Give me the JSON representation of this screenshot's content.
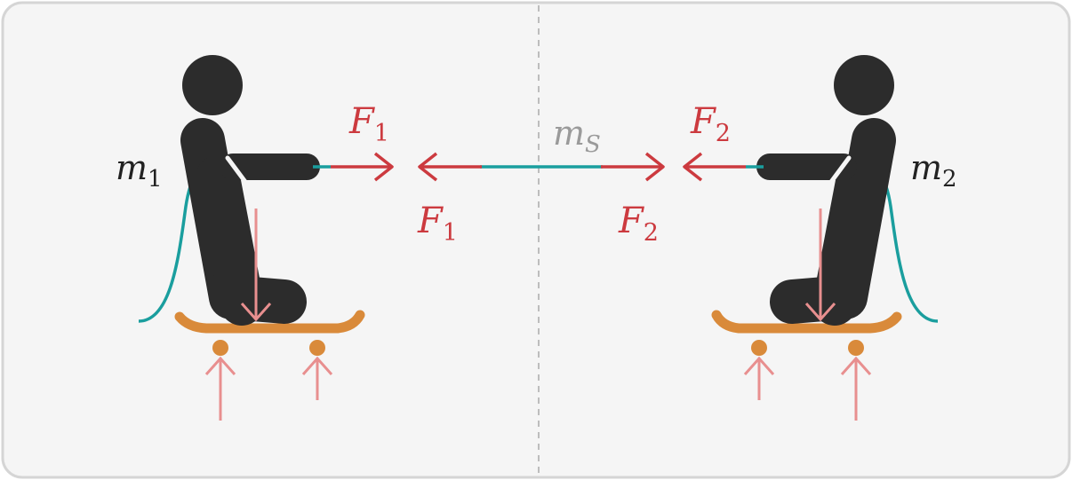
{
  "colors": {
    "panel_bg": "#f5f5f5",
    "panel_border": "#d5d5d5",
    "divider": "#bdbdbd",
    "figure": "#2c2c2c",
    "rope": "#1a9e9e",
    "force": "#cc3a3f",
    "normal_force": "#e88f8f",
    "skateboard": "#d98a3a",
    "label_dark": "#222222",
    "label_gray": "#9a9a9a"
  },
  "labels": {
    "m1": {
      "base": "m",
      "sub": "1"
    },
    "m2": {
      "base": "m",
      "sub": "2"
    },
    "mS": {
      "base": "m",
      "sub": "S"
    },
    "F1_top": {
      "base": "F",
      "sub": "1"
    },
    "F1_bottom": {
      "base": "F",
      "sub": "1"
    },
    "F2_top": {
      "base": "F",
      "sub": "2"
    },
    "F2_bottom": {
      "base": "F",
      "sub": "2"
    }
  },
  "icons": {
    "left_person": "person-pulling-rope-icon",
    "right_person": "person-pulling-rope-icon",
    "left_board": "skateboard-icon",
    "right_board": "skateboard-icon"
  }
}
